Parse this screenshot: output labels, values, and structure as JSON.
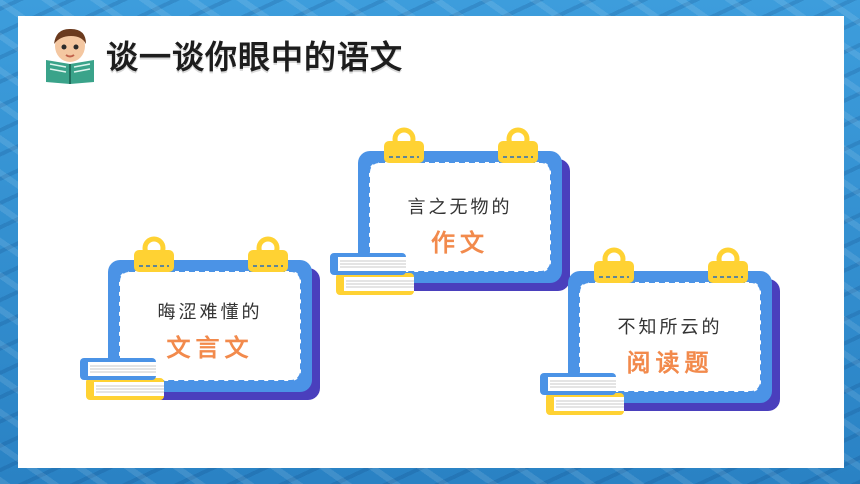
{
  "title": "谈一谈你眼中的语文",
  "cards": [
    {
      "line1": "晦涩难懂的",
      "line2": "文言文"
    },
    {
      "line1": "言之无物的",
      "line2": "作文"
    },
    {
      "line1": "不知所云的",
      "line2": "阅读题"
    }
  ],
  "colors": {
    "frame": "#2f8fd0",
    "card_border": "#4b93e6",
    "card_shadow": "#4a3fbd",
    "clip": "#ffd233",
    "accent_text": "#f28a4c"
  },
  "icons": [
    "reading-boy-icon",
    "binder-clip-icon",
    "book-stack-icon"
  ]
}
